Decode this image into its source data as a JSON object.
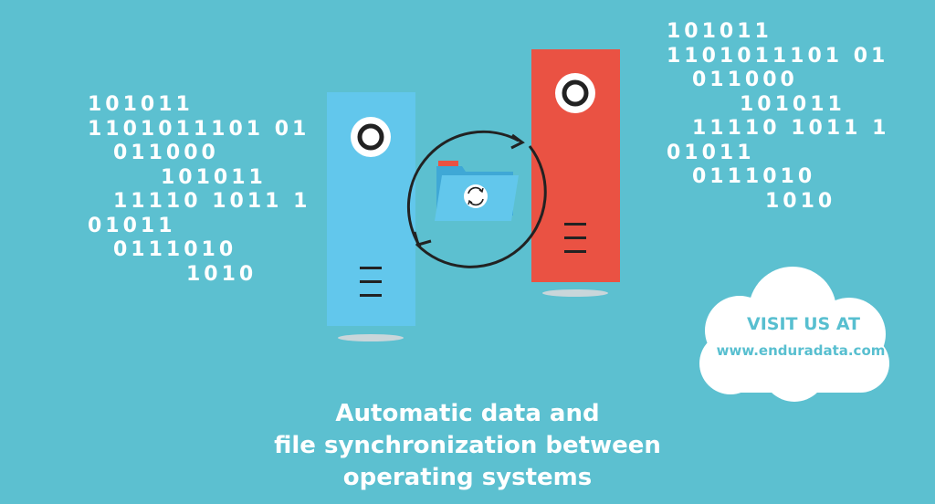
{
  "colors": {
    "background": "#5cc0d0",
    "left_server": "#62c7ec",
    "right_server": "#ea5243",
    "cloud": "#ffffff",
    "text": "#ffffff",
    "arrows": "#222222"
  },
  "binary_left": [
    "101011",
    "1101011101 01",
    "011000",
    "101011",
    "11110 1011 1",
    "01011",
    "0111010",
    "1010"
  ],
  "binary_right": [
    "101011",
    "1101011101 01",
    "011000",
    "101011",
    "11110 1011 1",
    "01011",
    "0111010",
    "1010"
  ],
  "cloud": {
    "title": "VISIT US AT",
    "url": "www.enduradata.com"
  },
  "caption": {
    "line1": "Automatic data and",
    "line2": "file synchronization between",
    "line3": "operating systems"
  },
  "icons": [
    "server-left-icon",
    "server-right-icon",
    "sync-arrows-icon",
    "folder-sync-icon",
    "cloud-icon"
  ]
}
